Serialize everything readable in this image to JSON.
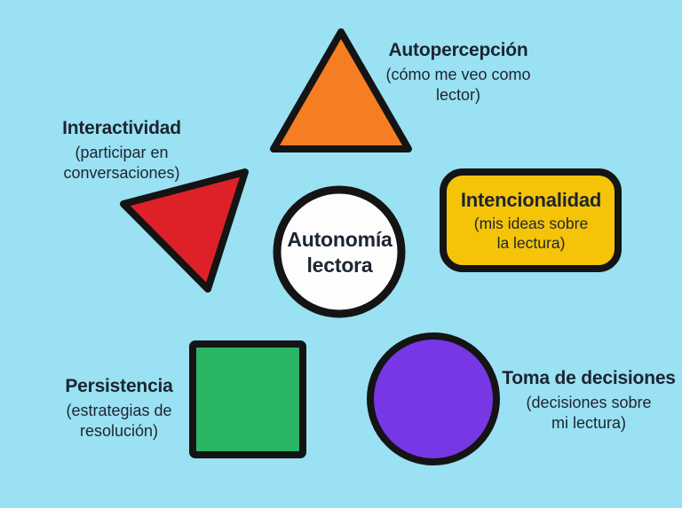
{
  "colors": {
    "background": "#9ae1f3",
    "outline": "#141414",
    "text": "#1c2530",
    "orange": "#f57e22",
    "red": "#de2128",
    "yellow": "#f5c409",
    "green": "#2ab565",
    "purple": "#7737e5",
    "white": "#fdfdfd"
  },
  "center": {
    "label_lines": [
      "Autonomía",
      "lectora"
    ]
  },
  "nodes": [
    {
      "id": "autopercepcion",
      "shape": "triangle",
      "color": "#f57e22",
      "label": "Autopercepción",
      "sublabel": [
        "(cómo me veo como",
        "lector)"
      ]
    },
    {
      "id": "interactividad",
      "shape": "rotated-triangle",
      "color": "#de2128",
      "label": "Interactividad",
      "sublabel": [
        "(participar en",
        "conversaciones)"
      ]
    },
    {
      "id": "intencionalidad",
      "shape": "rounded-rectangle",
      "color": "#f5c409",
      "label": "Intencionalidad",
      "sublabel": [
        "(mis ideas sobre",
        "la lectura)"
      ]
    },
    {
      "id": "persistencia",
      "shape": "square",
      "color": "#2ab565",
      "label": "Persistencia",
      "sublabel": [
        "(estrategias de",
        "resolución)"
      ]
    },
    {
      "id": "toma-de-decisiones",
      "shape": "circle",
      "color": "#7737e5",
      "label": "Toma de decisiones",
      "sublabel": [
        "(decisiones sobre",
        "mi lectura)"
      ]
    }
  ]
}
